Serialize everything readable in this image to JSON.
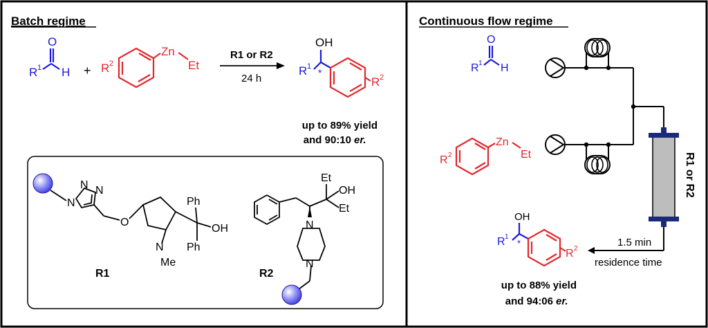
{
  "panels": {
    "batch": {
      "title": "Batch regime",
      "conditions_top": "R1 or R2",
      "conditions_bottom": "24 h",
      "yield_line1": "up to 89% yield",
      "yield_line2": "and 90:10",
      "yield_er": "er."
    },
    "flow": {
      "title": "Continuous flow regime",
      "reactor_label": "R1 or R2",
      "time": "1.5 min",
      "time_label": "residence time",
      "yield_line1": "up to 88% yield",
      "yield_line2": "and 94:06",
      "yield_er": "er."
    }
  },
  "catalysts": {
    "r1": "R1",
    "r2": "R2"
  },
  "atoms": {
    "O": "O",
    "H": "H",
    "OH": "OH",
    "Zn": "Zn",
    "Et": "Et",
    "R": "R",
    "sup1": "1",
    "sup2": "2",
    "star": "*",
    "plus": "+",
    "N": "N",
    "Me": "Me",
    "Ph": "Ph"
  },
  "colors": {
    "aldehyde": "#1a1adc",
    "aryl": "#e3262b",
    "resin": "#8f8ff5",
    "column_cap": "#1b2a78",
    "column_fill": "#bdbdbd"
  }
}
